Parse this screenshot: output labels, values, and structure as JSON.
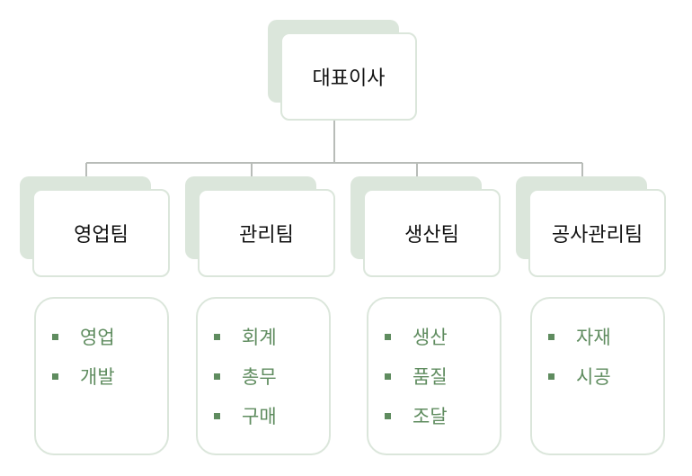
{
  "ceo": {
    "label": "대표이사"
  },
  "teams": [
    {
      "label": "영업팀",
      "items": [
        "영업",
        "개발"
      ]
    },
    {
      "label": "관리팀",
      "items": [
        "회계",
        "총무",
        "구매"
      ]
    },
    {
      "label": "생산팀",
      "items": [
        "생산",
        "품질",
        "조달"
      ]
    },
    {
      "label": "공사관리팀",
      "items": [
        "자재",
        "시공"
      ]
    }
  ],
  "colors": {
    "box_border": "#dbe6db",
    "shadow": "#dbe6db",
    "connector": "#b8bcb8",
    "item_text": "#5f8c5f",
    "node_text": "#111111"
  }
}
